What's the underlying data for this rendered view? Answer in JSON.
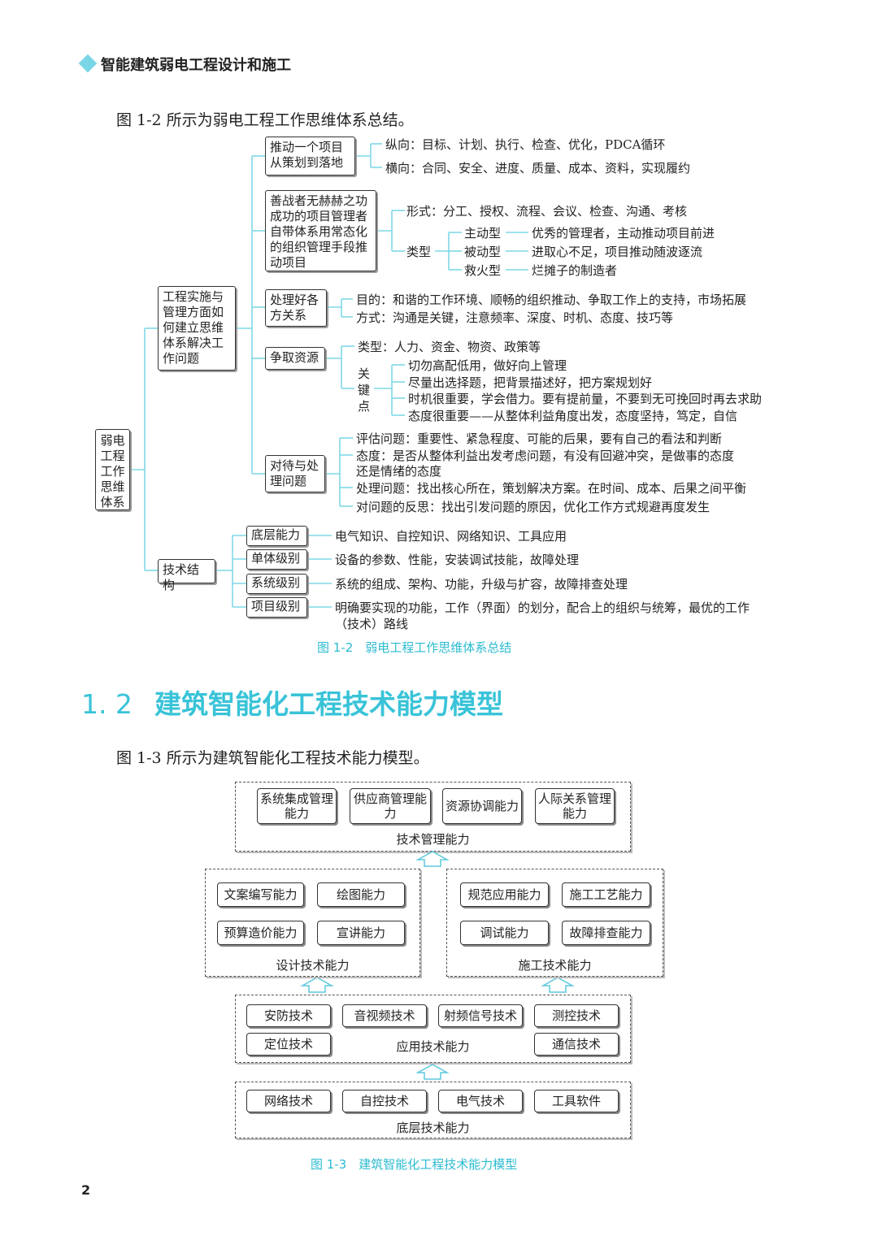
{
  "header": {
    "title": "智能建筑弱电工程设计和施工"
  },
  "fig2": {
    "intro": "图 1-2 所示为弱电工程工作思维体系总结。",
    "root": "弱电工程工作思维体系",
    "branch1": "工程实施与管理方面如何建立思维体系解决工作问题",
    "branch2": "技术结构",
    "b1": {
      "n1": {
        "label": "推动一个项目从策划到落地",
        "l1": "纵向：目标、计划、执行、检查、优化，PDCA循环",
        "l2": "横向：合同、安全、进度、质量、成本、资料，实现履约"
      },
      "n2": {
        "label": "善战者无赫赫之功成功的项目管理者自带体系用常态化的组织管理手段推动项目",
        "form": "形式：分工、授权、流程、会议、检查、沟通、考核",
        "type": "类型",
        "t1": "主动型",
        "t1d": "优秀的管理者，主动推动项目前进",
        "t2": "被动型",
        "t2d": "进取心不足，项目推动随波逐流",
        "t3": "救火型",
        "t3d": "烂摊子的制造者"
      },
      "n3": {
        "label": "处理好各方关系",
        "l1": "目的：和谐的工作环境、顺畅的组织推动、争取工作上的支持，市场拓展",
        "l2": "方式：沟通是关键，注意频率、深度、时机、态度、技巧等"
      },
      "n4": {
        "label": "争取资源",
        "type": "类型：人力、资金、物资、政策等",
        "key": "关键点",
        "k1": "切勿高配低用，做好向上管理",
        "k2": "尽量出选择题，把背景描述好，把方案规划好",
        "k3": "时机很重要，学会借力。要有提前量，不要到无可挽回时再去求助",
        "k4": "态度很重要——从整体利益角度出发，态度坚持，笃定，自信"
      },
      "n5": {
        "label": "对待与处理问题",
        "l1": "评估问题：重要性、紧急程度、可能的后果，要有自己的看法和判断",
        "l2a": "态度：是否从整体利益出发考虑问题，有没有回避冲突，是做事的态度",
        "l2b": "还是情绪的态度",
        "l3": "处理问题：找出核心所在，策划解决方案。在时间、成本、后果之间平衡",
        "l4": "对问题的反思：找出引发问题的原因，优化工作方式规避再度发生"
      }
    },
    "b2": [
      {
        "label": "底层能力",
        "desc": "电气知识、自控知识、网络知识、工具应用"
      },
      {
        "label": "单体级别",
        "desc": "设备的参数、性能，安装调试技能，故障处理"
      },
      {
        "label": "系统级别",
        "desc": "系统的组成、架构、功能，升级与扩容，故障排查处理"
      },
      {
        "label": "项目级别",
        "desc": "明确要实现的功能，工作（界面）的划分，配合上的组织与统筹，最优的工作",
        "desc2": "（技术）路线"
      }
    ],
    "caption": "图 1-2　弱电工程工作思维体系总结"
  },
  "section": {
    "num": "1. 2",
    "title": "建筑智能化工程技术能力模型"
  },
  "fig3": {
    "intro": "图 1-3 所示为建筑智能化工程技术能力模型。",
    "mgmt": {
      "label": "技术管理能力",
      "items": [
        "系统集成管理能力",
        "供应商管理能力",
        "资源协调能力",
        "人际关系管理能力"
      ]
    },
    "design": {
      "label": "设计技术能力",
      "items": [
        "文案编写能力",
        "绘图能力",
        "预算造价能力",
        "宣讲能力"
      ]
    },
    "construct": {
      "label": "施工技术能力",
      "items": [
        "规范应用能力",
        "施工工艺能力",
        "调试能力",
        "故障排查能力"
      ]
    },
    "applied": {
      "label": "应用技术能力",
      "items": [
        "安防技术",
        "音视频技术",
        "射频信号技术",
        "测控技术",
        "定位技术",
        "通信技术"
      ]
    },
    "base": {
      "label": "底层技术能力",
      "items": [
        "网络技术",
        "自控技术",
        "电气技术",
        "工具软件"
      ]
    },
    "caption": "图 1-3　建筑智能化工程技术能力模型"
  },
  "page": {
    "number": "2"
  },
  "colors": {
    "accent": "#39c3d8",
    "line": "#7fd9e6"
  }
}
